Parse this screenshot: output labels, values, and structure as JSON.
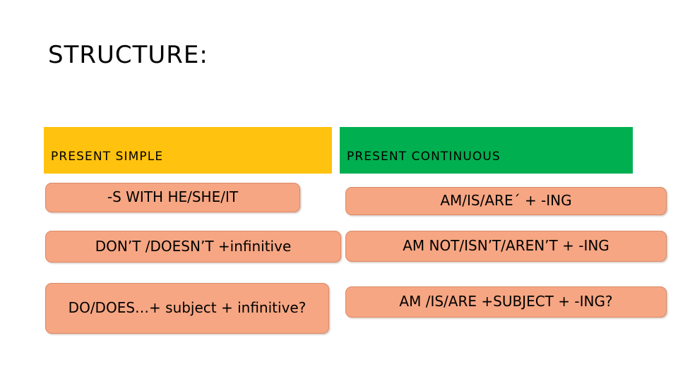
{
  "slide": {
    "title": "STRUCTURE:",
    "background_color": "#FFFFFF"
  },
  "columns": [
    {
      "id": "present-simple",
      "header_label": "PRESENT SIMPLE",
      "header_color": "#FFC20E",
      "items": [
        {
          "id": "affirmative",
          "text": "-S WITH HE/SHE/IT"
        },
        {
          "id": "negative",
          "text": "DON’T /DOESN’T +infinitive"
        },
        {
          "id": "question",
          "text": "DO/DOES…+ subject + infinitive?"
        }
      ]
    },
    {
      "id": "present-continuous",
      "header_label": "PRESENT CONTINUOUS",
      "header_color": "#00B050",
      "items": [
        {
          "id": "affirmative",
          "text": "AM/IS/ARE´ + -ING"
        },
        {
          "id": "negative",
          "text": "AM NOT/ISN’T/AREN’T + -ING"
        },
        {
          "id": "question",
          "text": "AM /IS/ARE +SUBJECT + -ING?"
        }
      ]
    }
  ],
  "theme": {
    "pill_fill": "#F6A683",
    "pill_border": "#D98A66",
    "text_color": "#000000"
  }
}
